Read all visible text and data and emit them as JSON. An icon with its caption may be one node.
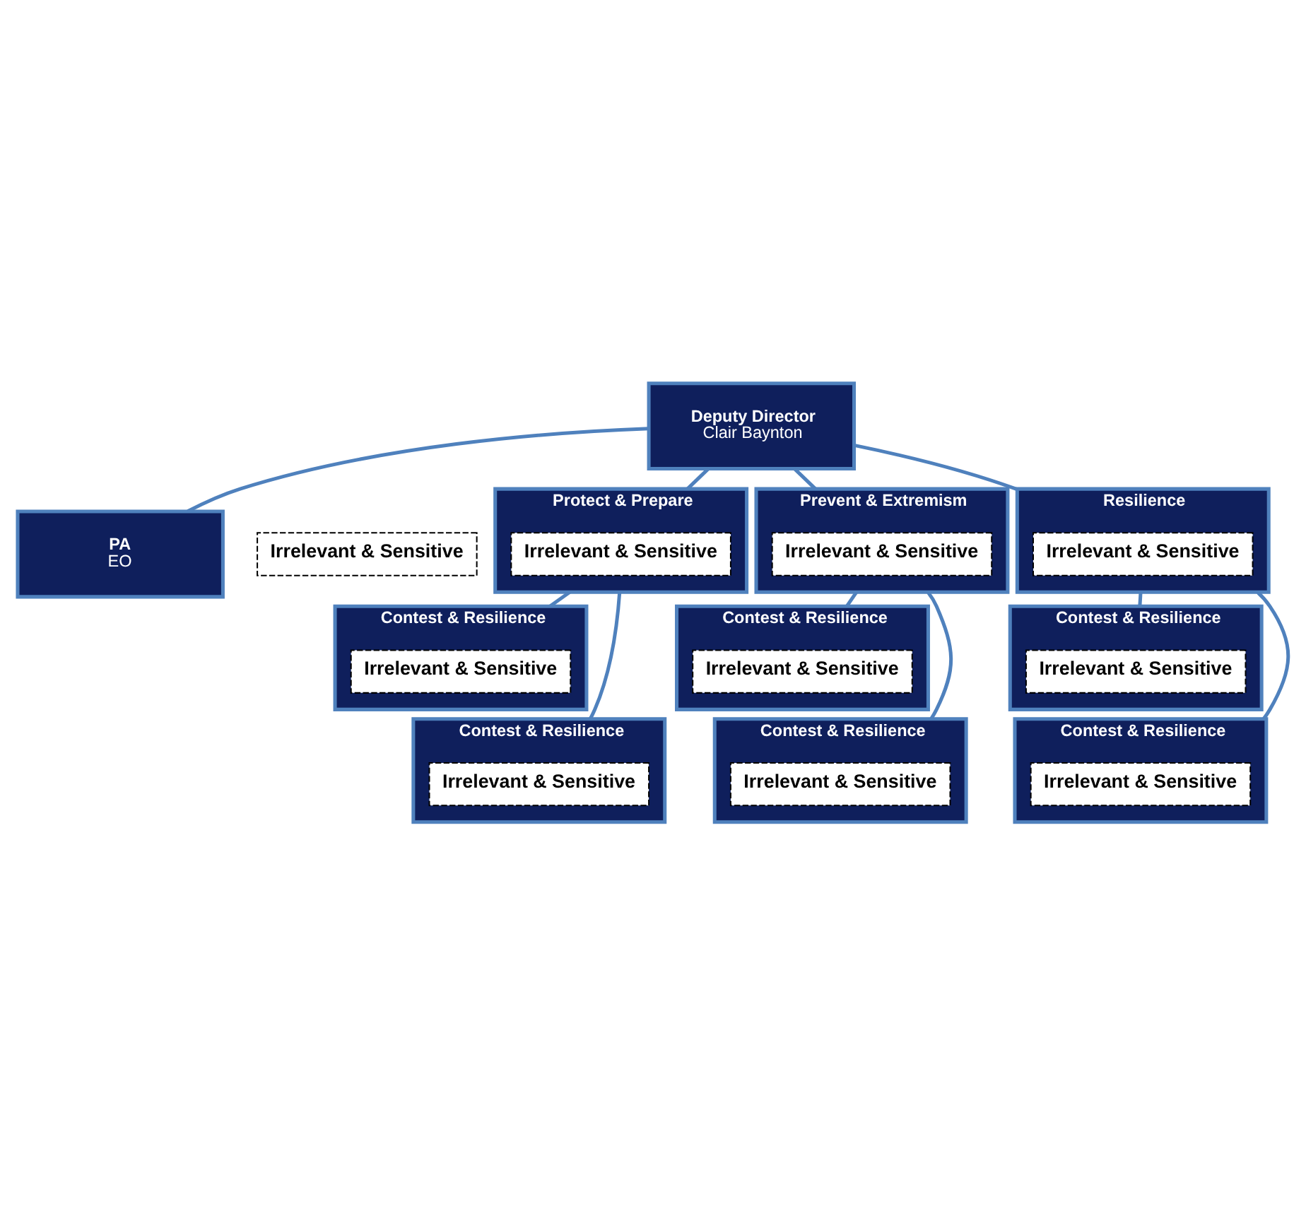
{
  "diagram": {
    "nodes": [
      {
        "text": [
          "Deputy Director",
          "Clair Baynton"
        ]
      },
      {
        "text": [
          "PA",
          "EO"
        ]
      },
      {
        "text": [
          "Irrelevant & Sensitive"
        ]
      },
      {
        "text": [
          "Protect & Prepare"
        ]
      },
      {
        "text": [
          "Irrelevant & Sensitive"
        ],
        "in": 3
      },
      {
        "text": [
          "Prevent & Extremism"
        ]
      },
      {
        "text": [
          "Irrelevant & Sensitive"
        ],
        "in": 5
      },
      {
        "text": [
          "Resilience"
        ]
      },
      {
        "text": [
          "Irrelevant & Sensitive"
        ],
        "in": 7
      },
      {
        "text": [
          "Contest & Resilience"
        ]
      },
      {
        "text": [
          "Irrelevant & Sensitive"
        ],
        "in": 9
      },
      {
        "text": [
          "Contest & Resilience"
        ]
      },
      {
        "text": [
          "Irrelevant & Sensitive"
        ],
        "in": 11
      },
      {
        "text": [
          "Contest & Resilience"
        ]
      },
      {
        "text": [
          "Irrelevant & Sensitive"
        ],
        "in": 13
      },
      {
        "text": [
          "Contest & Resilience"
        ]
      },
      {
        "text": [
          "Irrelevant & Sensitive"
        ],
        "in": 15
      },
      {
        "text": [
          "Contest & Resilience"
        ]
      },
      {
        "text": [
          "Irrelevant & Sensitive"
        ],
        "in": 17
      },
      {
        "text": [
          "Contest & Resilience"
        ]
      },
      {
        "text": [
          "Irrelevant & Sensitive"
        ],
        "in": 19
      }
    ],
    "edges": [
      {
        "from": 0,
        "to": 1,
        "arrow": "none"
      },
      {
        "from": 0,
        "to": 3,
        "arrow": "none"
      },
      {
        "from": 0,
        "to": 5,
        "arrow": "none"
      },
      {
        "from": 0,
        "to": 7,
        "arrow": "none"
      },
      {
        "from": 3,
        "to": 9,
        "arrow": "none"
      },
      {
        "from": 3,
        "to": 11,
        "arrow": "none"
      },
      {
        "from": 5,
        "to": 13,
        "arrow": "none"
      },
      {
        "from": 5,
        "to": 15,
        "arrow": "none"
      },
      {
        "from": 7,
        "to": 17,
        "arrow": "none"
      },
      {
        "from": 7,
        "to": 19,
        "arrow": "none"
      }
    ]
  }
}
